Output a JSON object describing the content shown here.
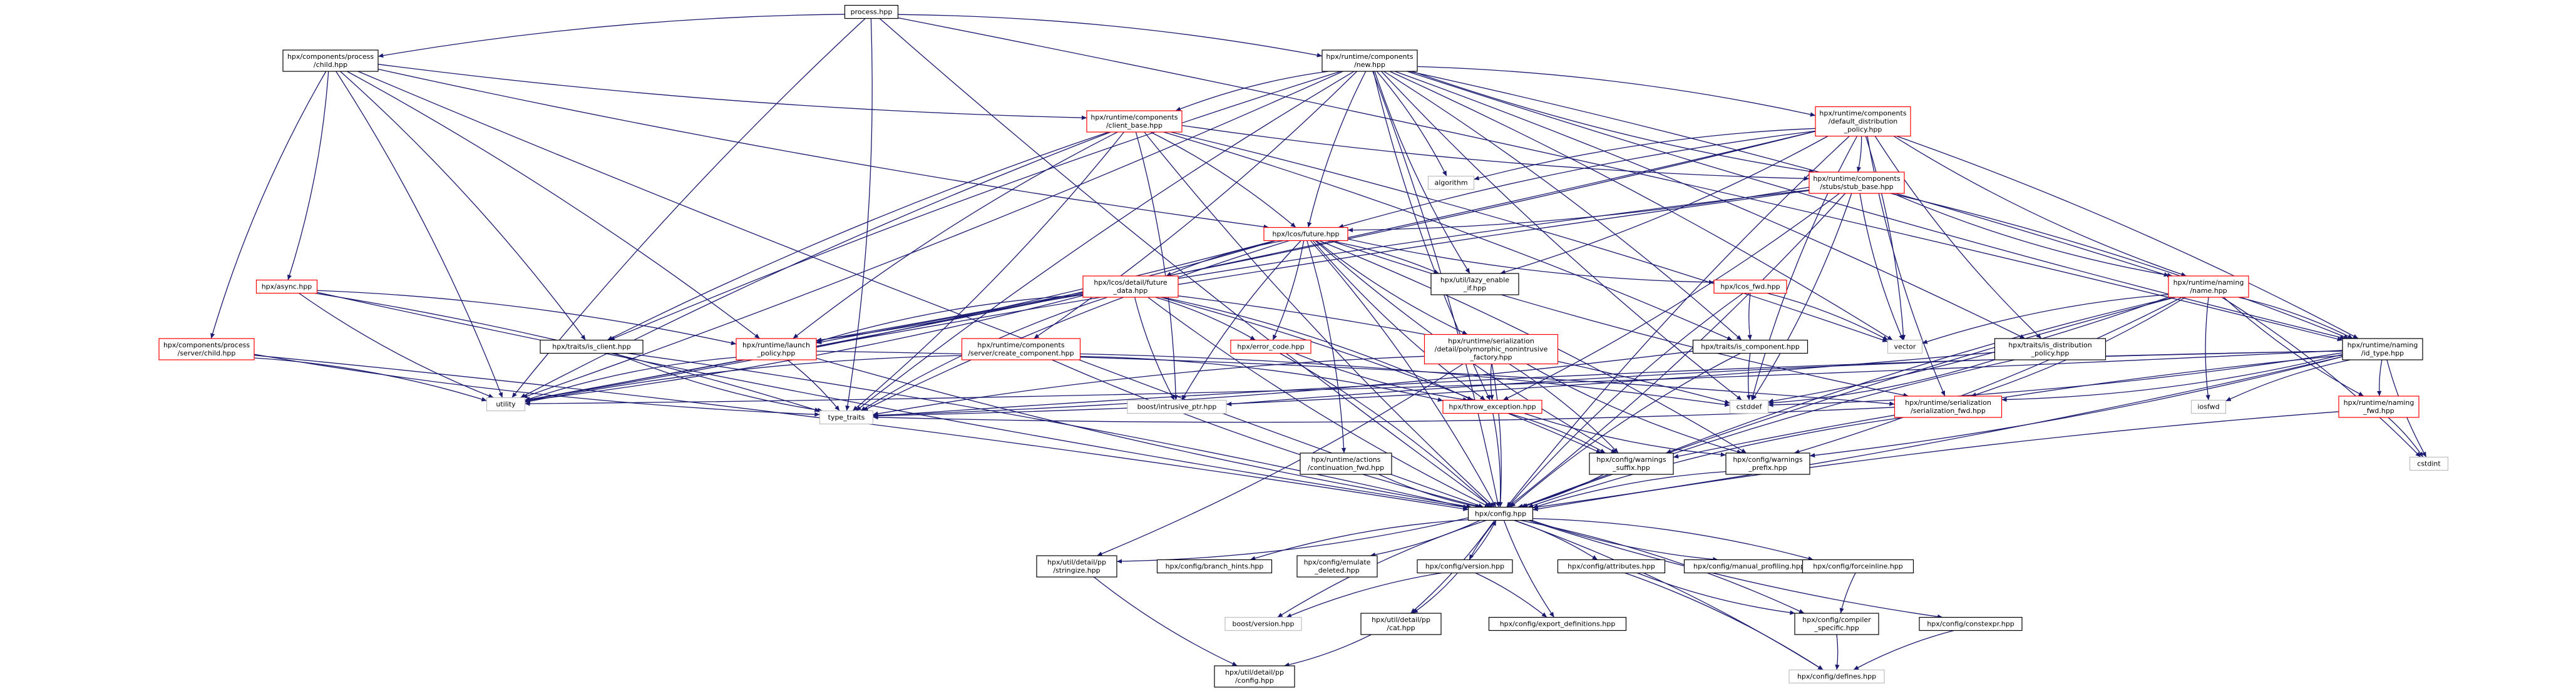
{
  "colors": {
    "edge": "#191970",
    "fill_root": "#bfbfbf",
    "fill_node": "#ffffff",
    "border_normal": "#000000",
    "border_truncated": "#ff0000",
    "border_external": "#bfbfbf"
  },
  "nodes": [
    {
      "id": "process",
      "lines": [
        "process.hpp"
      ],
      "style": "root"
    },
    {
      "id": "child",
      "lines": [
        "hpx/components/process",
        "/child.hpp"
      ],
      "style": "normal"
    },
    {
      "id": "new",
      "lines": [
        "hpx/runtime/components",
        "/new.hpp"
      ],
      "style": "normal"
    },
    {
      "id": "client_base",
      "lines": [
        "hpx/runtime/components",
        "/client_base.hpp"
      ],
      "style": "truncated"
    },
    {
      "id": "default_dist",
      "lines": [
        "hpx/runtime/components",
        "/default_distribution",
        "_policy.hpp"
      ],
      "style": "truncated"
    },
    {
      "id": "algorithm",
      "lines": [
        "algorithm"
      ],
      "style": "external"
    },
    {
      "id": "stub_base",
      "lines": [
        "hpx/runtime/components",
        "/stubs/stub_base.hpp"
      ],
      "style": "truncated"
    },
    {
      "id": "future",
      "lines": [
        "hpx/lcos/future.hpp"
      ],
      "style": "truncated"
    },
    {
      "id": "lazy_enable",
      "lines": [
        "hpx/util/lazy_enable",
        "_if.hpp"
      ],
      "style": "normal"
    },
    {
      "id": "async",
      "lines": [
        "hpx/async.hpp"
      ],
      "style": "truncated"
    },
    {
      "id": "future_data",
      "lines": [
        "hpx/lcos/detail/future",
        "_data.hpp"
      ],
      "style": "truncated"
    },
    {
      "id": "lcos_fwd",
      "lines": [
        "hpx/lcos_fwd.hpp"
      ],
      "style": "truncated"
    },
    {
      "id": "naming_name",
      "lines": [
        "hpx/runtime/naming",
        "/name.hpp"
      ],
      "style": "truncated"
    },
    {
      "id": "server_child",
      "lines": [
        "hpx/components/process",
        "/server/child.hpp"
      ],
      "style": "truncated"
    },
    {
      "id": "launch_policy",
      "lines": [
        "hpx/runtime/launch",
        "_policy.hpp"
      ],
      "style": "truncated"
    },
    {
      "id": "is_client",
      "lines": [
        "hpx/traits/is_client.hpp"
      ],
      "style": "normal"
    },
    {
      "id": "create_component",
      "lines": [
        "hpx/runtime/components",
        "/server/create_component.hpp"
      ],
      "style": "truncated"
    },
    {
      "id": "error_code",
      "lines": [
        "hpx/error_code.hpp"
      ],
      "style": "truncated"
    },
    {
      "id": "polymorphic",
      "lines": [
        "hpx/runtime/serialization",
        "/detail/polymorphic_nonintrusive",
        "_factory.hpp"
      ],
      "style": "truncated"
    },
    {
      "id": "is_component",
      "lines": [
        "hpx/traits/is_component.hpp"
      ],
      "style": "normal"
    },
    {
      "id": "vector",
      "lines": [
        "vector"
      ],
      "style": "external"
    },
    {
      "id": "is_dist_policy",
      "lines": [
        "hpx/traits/is_distribution",
        "_policy.hpp"
      ],
      "style": "normal"
    },
    {
      "id": "id_type",
      "lines": [
        "hpx/runtime/naming",
        "/id_type.hpp"
      ],
      "style": "normal"
    },
    {
      "id": "utility",
      "lines": [
        "utility"
      ],
      "style": "external"
    },
    {
      "id": "intrusive_ptr",
      "lines": [
        "boost/intrusive_ptr.hpp"
      ],
      "style": "external"
    },
    {
      "id": "throw_exception",
      "lines": [
        "hpx/throw_exception.hpp"
      ],
      "style": "truncated"
    },
    {
      "id": "cstddef",
      "lines": [
        "cstddef"
      ],
      "style": "external"
    },
    {
      "id": "serialization_fwd",
      "lines": [
        "hpx/runtime/serialization",
        "/serialization_fwd.hpp"
      ],
      "style": "truncated"
    },
    {
      "id": "iosfwd",
      "lines": [
        "iosfwd"
      ],
      "style": "external"
    },
    {
      "id": "naming_fwd",
      "lines": [
        "hpx/runtime/naming",
        "_fwd.hpp"
      ],
      "style": "truncated"
    },
    {
      "id": "type_traits",
      "lines": [
        "type_traits"
      ],
      "style": "external"
    },
    {
      "id": "continuation_fwd",
      "lines": [
        "hpx/runtime/actions",
        "/continuation_fwd.hpp"
      ],
      "style": "normal"
    },
    {
      "id": "warnings_suffix",
      "lines": [
        "hpx/config/warnings",
        "_suffix.hpp"
      ],
      "style": "normal"
    },
    {
      "id": "warnings_prefix",
      "lines": [
        "hpx/config/warnings",
        "_prefix.hpp"
      ],
      "style": "normal"
    },
    {
      "id": "cstdint",
      "lines": [
        "cstdint"
      ],
      "style": "external"
    },
    {
      "id": "config",
      "lines": [
        "hpx/config.hpp"
      ],
      "style": "normal"
    },
    {
      "id": "stringize",
      "lines": [
        "hpx/util/detail/pp",
        "/stringize.hpp"
      ],
      "style": "normal"
    },
    {
      "id": "branch_hints",
      "lines": [
        "hpx/config/branch_hints.hpp"
      ],
      "style": "normal"
    },
    {
      "id": "emulate_deleted",
      "lines": [
        "hpx/config/emulate",
        "_deleted.hpp"
      ],
      "style": "normal"
    },
    {
      "id": "version",
      "lines": [
        "hpx/config/version.hpp"
      ],
      "style": "normal"
    },
    {
      "id": "attributes",
      "lines": [
        "hpx/config/attributes.hpp"
      ],
      "style": "normal"
    },
    {
      "id": "manual_profiling",
      "lines": [
        "hpx/config/manual_profiling.hpp"
      ],
      "style": "normal"
    },
    {
      "id": "forceinline",
      "lines": [
        "hpx/config/forceinline.hpp"
      ],
      "style": "normal"
    },
    {
      "id": "boost_version",
      "lines": [
        "boost/version.hpp"
      ],
      "style": "external"
    },
    {
      "id": "cat",
      "lines": [
        "hpx/util/detail/pp",
        "/cat.hpp"
      ],
      "style": "normal"
    },
    {
      "id": "export_definitions",
      "lines": [
        "hpx/config/export_definitions.hpp"
      ],
      "style": "normal"
    },
    {
      "id": "compiler_specific",
      "lines": [
        "hpx/config/compiler",
        "_specific.hpp"
      ],
      "style": "normal"
    },
    {
      "id": "constexpr",
      "lines": [
        "hpx/config/constexpr.hpp"
      ],
      "style": "normal"
    },
    {
      "id": "pp_config",
      "lines": [
        "hpx/util/detail/pp",
        "/config.hpp"
      ],
      "style": "normal"
    },
    {
      "id": "defines",
      "lines": [
        "hpx/config/defines.hpp"
      ],
      "style": "external"
    }
  ],
  "edges": [
    [
      "process",
      "child"
    ],
    [
      "process",
      "new"
    ],
    [
      "process",
      "utility"
    ],
    [
      "process",
      "type_traits"
    ],
    [
      "process",
      "config"
    ],
    [
      "process",
      "id_type"
    ],
    [
      "child",
      "client_base"
    ],
    [
      "child",
      "async"
    ],
    [
      "child",
      "server_child"
    ],
    [
      "child",
      "launch_policy"
    ],
    [
      "child",
      "future"
    ],
    [
      "child",
      "utility"
    ],
    [
      "child",
      "config"
    ],
    [
      "child",
      "is_client"
    ],
    [
      "new",
      "client_base"
    ],
    [
      "new",
      "default_dist"
    ],
    [
      "new",
      "future"
    ],
    [
      "new",
      "algorithm"
    ],
    [
      "new",
      "stub_base"
    ],
    [
      "new",
      "create_component"
    ],
    [
      "new",
      "lazy_enable"
    ],
    [
      "new",
      "is_component"
    ],
    [
      "new",
      "is_client"
    ],
    [
      "new",
      "utility"
    ],
    [
      "new",
      "type_traits"
    ],
    [
      "new",
      "vector"
    ],
    [
      "new",
      "cstddef"
    ],
    [
      "new",
      "naming_name"
    ],
    [
      "new",
      "id_type"
    ],
    [
      "new",
      "is_dist_policy"
    ],
    [
      "new",
      "throw_exception"
    ],
    [
      "new",
      "config"
    ],
    [
      "client_base",
      "stub_base"
    ],
    [
      "client_base",
      "future"
    ],
    [
      "client_base",
      "launch_policy"
    ],
    [
      "client_base",
      "intrusive_ptr"
    ],
    [
      "client_base",
      "utility"
    ],
    [
      "client_base",
      "type_traits"
    ],
    [
      "client_base",
      "is_client"
    ],
    [
      "client_base",
      "is_component"
    ],
    [
      "client_base",
      "config"
    ],
    [
      "client_base",
      "vector"
    ],
    [
      "default_dist",
      "algorithm"
    ],
    [
      "default_dist",
      "stub_base"
    ],
    [
      "default_dist",
      "future"
    ],
    [
      "default_dist",
      "lazy_enable"
    ],
    [
      "default_dist",
      "naming_name"
    ],
    [
      "default_dist",
      "id_type"
    ],
    [
      "default_dist",
      "is_dist_policy"
    ],
    [
      "default_dist",
      "launch_policy"
    ],
    [
      "default_dist",
      "serialization_fwd"
    ],
    [
      "default_dist",
      "vector"
    ],
    [
      "default_dist",
      "cstddef"
    ],
    [
      "default_dist",
      "utility"
    ],
    [
      "default_dist",
      "config"
    ],
    [
      "stub_base",
      "future"
    ],
    [
      "stub_base",
      "naming_name"
    ],
    [
      "stub_base",
      "id_type"
    ],
    [
      "stub_base",
      "launch_policy"
    ],
    [
      "stub_base",
      "throw_exception"
    ],
    [
      "stub_base",
      "vector"
    ],
    [
      "stub_base",
      "cstddef"
    ],
    [
      "stub_base",
      "utility"
    ],
    [
      "stub_base",
      "config"
    ],
    [
      "future",
      "future_data"
    ],
    [
      "future",
      "lazy_enable"
    ],
    [
      "future",
      "lcos_fwd"
    ],
    [
      "future",
      "error_code"
    ],
    [
      "future",
      "polymorphic"
    ],
    [
      "future",
      "continuation_fwd"
    ],
    [
      "future",
      "throw_exception"
    ],
    [
      "future",
      "launch_policy"
    ],
    [
      "future",
      "intrusive_ptr"
    ],
    [
      "future",
      "utility"
    ],
    [
      "future",
      "type_traits"
    ],
    [
      "future",
      "config"
    ],
    [
      "future",
      "serialization_fwd"
    ],
    [
      "future",
      "warnings_prefix"
    ],
    [
      "future",
      "warnings_suffix"
    ],
    [
      "async",
      "launch_policy"
    ],
    [
      "async",
      "utility"
    ],
    [
      "async",
      "type_traits"
    ],
    [
      "async",
      "config"
    ],
    [
      "future_data",
      "error_code"
    ],
    [
      "future_data",
      "launch_policy"
    ],
    [
      "future_data",
      "throw_exception"
    ],
    [
      "future_data",
      "intrusive_ptr"
    ],
    [
      "future_data",
      "utility"
    ],
    [
      "future_data",
      "type_traits"
    ],
    [
      "future_data",
      "cstddef"
    ],
    [
      "future_data",
      "config"
    ],
    [
      "future_data",
      "warnings_suffix"
    ],
    [
      "lcos_fwd",
      "is_component"
    ],
    [
      "lcos_fwd",
      "vector"
    ],
    [
      "lcos_fwd",
      "config"
    ],
    [
      "naming_name",
      "id_type"
    ],
    [
      "naming_name",
      "vector"
    ],
    [
      "naming_name",
      "cstddef"
    ],
    [
      "naming_name",
      "iosfwd"
    ],
    [
      "naming_name",
      "serialization_fwd"
    ],
    [
      "naming_name",
      "naming_fwd"
    ],
    [
      "naming_name",
      "cstdint"
    ],
    [
      "naming_name",
      "config"
    ],
    [
      "naming_name",
      "warnings_prefix"
    ],
    [
      "naming_name",
      "warnings_suffix"
    ],
    [
      "server_child",
      "utility"
    ],
    [
      "server_child",
      "type_traits"
    ],
    [
      "server_child",
      "config"
    ],
    [
      "launch_policy",
      "utility"
    ],
    [
      "launch_policy",
      "type_traits"
    ],
    [
      "launch_policy",
      "config"
    ],
    [
      "launch_policy",
      "serialization_fwd"
    ],
    [
      "is_client",
      "type_traits"
    ],
    [
      "is_client",
      "config"
    ],
    [
      "create_component",
      "utility"
    ],
    [
      "create_component",
      "throw_exception"
    ],
    [
      "create_component",
      "config"
    ],
    [
      "create_component",
      "cstddef"
    ],
    [
      "error_code",
      "throw_exception"
    ],
    [
      "error_code",
      "config"
    ],
    [
      "polymorphic",
      "throw_exception"
    ],
    [
      "polymorphic",
      "stringize"
    ],
    [
      "polymorphic",
      "type_traits"
    ],
    [
      "polymorphic",
      "config"
    ],
    [
      "polymorphic",
      "warnings_prefix"
    ],
    [
      "polymorphic",
      "warnings_suffix"
    ],
    [
      "is_component",
      "cstddef"
    ],
    [
      "is_component",
      "type_traits"
    ],
    [
      "is_component",
      "config"
    ],
    [
      "is_dist_policy",
      "type_traits"
    ],
    [
      "is_dist_policy",
      "config"
    ],
    [
      "is_dist_policy",
      "cstddef"
    ],
    [
      "id_type",
      "naming_fwd"
    ],
    [
      "id_type",
      "cstddef"
    ],
    [
      "id_type",
      "cstdint"
    ],
    [
      "id_type",
      "serialization_fwd"
    ],
    [
      "id_type",
      "intrusive_ptr"
    ],
    [
      "id_type",
      "utility"
    ],
    [
      "id_type",
      "type_traits"
    ],
    [
      "id_type",
      "config"
    ],
    [
      "id_type",
      "iosfwd"
    ],
    [
      "id_type",
      "warnings_prefix"
    ],
    [
      "id_type",
      "warnings_suffix"
    ],
    [
      "throw_exception",
      "config"
    ],
    [
      "throw_exception",
      "warnings_prefix"
    ],
    [
      "throw_exception",
      "warnings_suffix"
    ],
    [
      "serialization_fwd",
      "config"
    ],
    [
      "serialization_fwd",
      "type_traits"
    ],
    [
      "naming_fwd",
      "config"
    ],
    [
      "naming_fwd",
      "cstdint"
    ],
    [
      "continuation_fwd",
      "config"
    ],
    [
      "warnings_suffix",
      "config"
    ],
    [
      "warnings_prefix",
      "config"
    ],
    [
      "config",
      "stringize"
    ],
    [
      "config",
      "branch_hints"
    ],
    [
      "config",
      "emulate_deleted"
    ],
    [
      "config",
      "version"
    ],
    [
      "config",
      "attributes"
    ],
    [
      "config",
      "manual_profiling"
    ],
    [
      "config",
      "forceinline"
    ],
    [
      "config",
      "boost_version"
    ],
    [
      "config",
      "cat"
    ],
    [
      "config",
      "export_definitions"
    ],
    [
      "config",
      "compiler_specific"
    ],
    [
      "config",
      "constexpr"
    ],
    [
      "config",
      "defines"
    ],
    [
      "version",
      "config"
    ],
    [
      "version",
      "export_definitions"
    ],
    [
      "version",
      "boost_version"
    ],
    [
      "version",
      "cat"
    ],
    [
      "stringize",
      "pp_config"
    ],
    [
      "cat",
      "pp_config"
    ],
    [
      "attributes",
      "compiler_specific"
    ],
    [
      "attributes",
      "defines"
    ],
    [
      "forceinline",
      "compiler_specific"
    ],
    [
      "compiler_specific",
      "defines"
    ],
    [
      "constexpr",
      "defines"
    ]
  ]
}
